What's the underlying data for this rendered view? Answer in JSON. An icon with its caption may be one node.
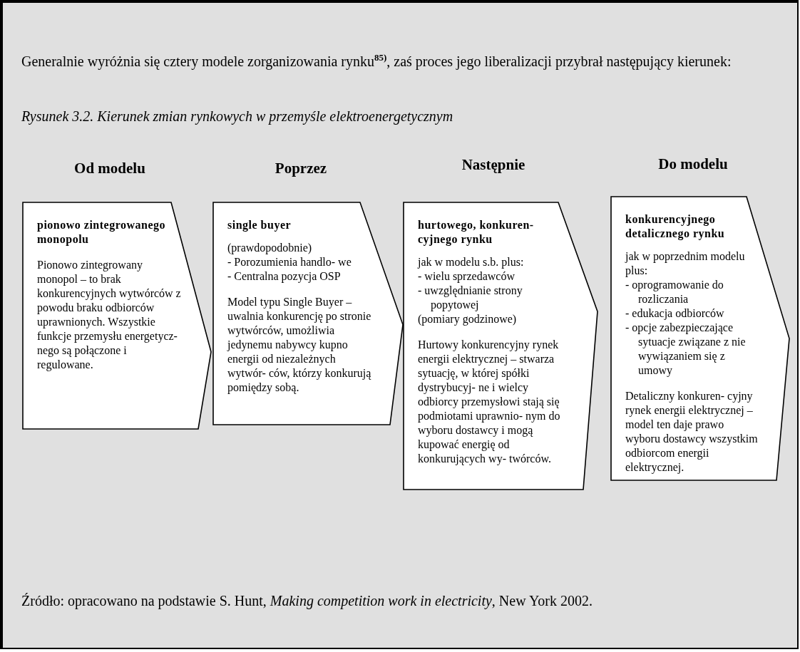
{
  "diagram": {
    "title": "Rysunek 3.2. Kierunek zmian rynkowych w przemyśle elektroenergetycznym",
    "nodes": [
      {
        "text": [
          "Od modelu",
          "pionowo zintegrowanego monopolu",
          "Pionowo zintegrowany monopol – to brak konkurencyjnych wytwórców z powodu braku odbiorców uprawnionych. Wszystkie funkcje przemysłu energetycz- nego są połączone i regulowane."
        ]
      },
      {
        "text": [
          "Poprzez",
          "single buyer",
          "(prawdopodobnie)",
          "- Porozumienia handlo- we",
          "- Centralna pozycja OSP",
          "Model typu Single Buyer – uwalnia konkurencję po stronie wytwórców, umożliwia jedynemu nabywcy kupno energii od niezależnych wytwór- ców, którzy konkurują pomiędzy sobą."
        ]
      },
      {
        "text": [
          "Następnie",
          "hurtowego, konkuren- cyjnego rynku",
          "jak w modelu s.b. plus:",
          "- wielu sprzedawców",
          "- uwzględnianie strony popytowej",
          "(pomiary godzinowe)",
          "Hurtowy konkurencyjny rynek energii elektrycznej – stwarza sytuację, w której spółki dystrybucyj- ne i wielcy odbiorcy przemysłowi stają się podmiotami uprawnio- nym do wyboru dostawcy i mogą kupować energię od konkurujących wy- twórców."
        ]
      },
      {
        "text": [
          "Do modelu",
          "konkurencyjnego detalicznego rynku",
          "jak w poprzednim modelu plus:",
          "- oprogramowanie do rozliczania",
          "- edukacja odbiorców",
          "- opcje zabezpieczające sytuacje związane z nie wywiązaniem się z umowy",
          "Detaliczny konkuren- cyjny rynek energii elektrycznej – model ten daje prawo wyboru dostawcy wszystkim odbiorcom energii elektrycznej."
        ]
      }
    ],
    "labels": [
      "Generalnie wyróżnia się cztery modele zorganizowania rynku$^{85)}$, zaś proces jego liberalizacji przybrał następujący kierunek:",
      "Źródło: opracowano na podstawie S. Hunt, *Making competition work in electricity*, New York 2002."
    ]
  }
}
